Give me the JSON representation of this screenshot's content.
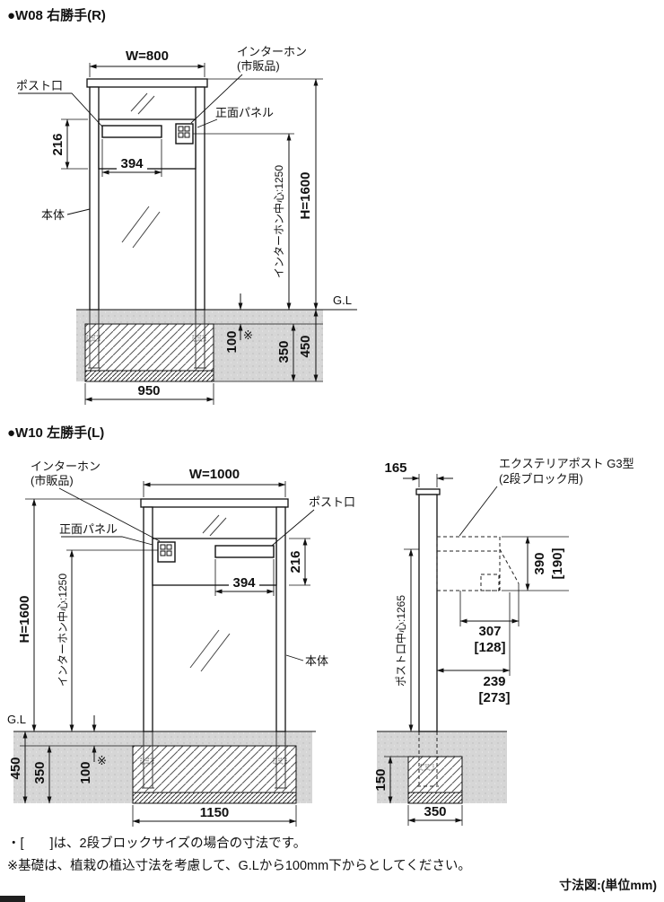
{
  "colors": {
    "line": "#1a1a1a",
    "ground_fill": "#d6d6d6"
  },
  "w08": {
    "title": "●W08 右勝手(R)",
    "callouts": {
      "post_slot": "ポスト口",
      "intercom_line1": "インターホン",
      "intercom_line2": "(市販品)",
      "front_panel": "正面パネル",
      "body": "本体",
      "ground_level": "G.L"
    },
    "dims": {
      "width": "W=800",
      "height": "H=1600",
      "panel_height": "216",
      "slot_width": "394",
      "intercom_center": "インターホン中心:1250",
      "embed_offset": "100",
      "note_mark": "※",
      "foundation_depth": "350",
      "total_depth": "450",
      "foundation_width": "950"
    }
  },
  "w10": {
    "title": "●W10 左勝手(L)",
    "callouts": {
      "post_slot": "ポスト口",
      "intercom_line1": "インターホン",
      "intercom_line2": "(市販品)",
      "front_panel": "正面パネル",
      "body": "本体",
      "ground_level": "G.L"
    },
    "dims": {
      "width": "W=1000",
      "height": "H=1600",
      "panel_height": "216",
      "slot_width": "394",
      "intercom_center": "インターホン中心:1250",
      "embed_offset": "100",
      "note_mark": "※",
      "foundation_depth": "350",
      "total_depth": "450",
      "foundation_width": "1150"
    }
  },
  "side": {
    "callouts": {
      "post_line1": "エクステリアポスト G3型",
      "post_line2": "(2段ブロック用)"
    },
    "dims": {
      "post_width": "165",
      "box_height": "390",
      "box_height_alt": "[190]",
      "depth_a": "307",
      "depth_a_alt": "[128]",
      "depth_b": "239",
      "depth_b_alt": "[273]",
      "slot_center": "ポスト口中心:1265",
      "foundation_depth": "150",
      "foundation_width": "350"
    }
  },
  "footer": {
    "note_bracket": "・[　　]は、2段ブロックサイズの場合の寸法です。",
    "note_base": "※基礎は、植栽の植込寸法を考慮して、G.Lから100mm下からとしてください。",
    "unit": "寸法図:(単位mm)"
  }
}
